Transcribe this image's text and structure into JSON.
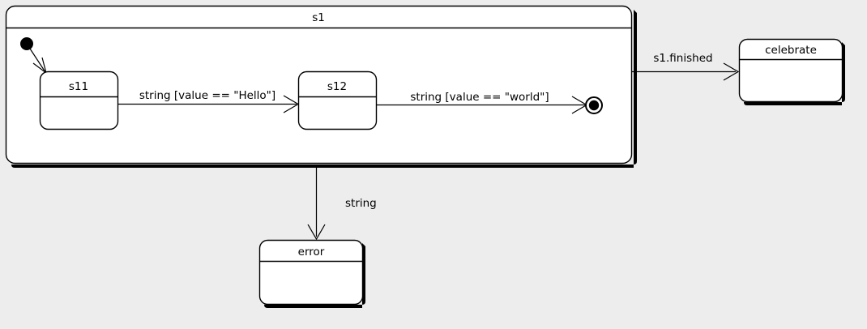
{
  "diagram": {
    "kind": "uml-state-machine-diagram",
    "background_color": "#ededed",
    "node_fill_color": "#ffffff",
    "line_color": "#000000"
  },
  "composite_state": {
    "name": "s1",
    "title_divider": true
  },
  "states": {
    "s11": {
      "name": "s11"
    },
    "s12": {
      "name": "s12"
    },
    "celebrate": {
      "name": "celebrate"
    },
    "error": {
      "name": "error"
    }
  },
  "pseudostates": {
    "initial": {
      "name": "initial-state"
    },
    "final": {
      "name": "final-state"
    }
  },
  "transitions": [
    {
      "id": "t-initial-s11",
      "label": "",
      "from": "initial",
      "to": "s11"
    },
    {
      "id": "t-s11-s12",
      "label": "string [value == \"Hello\"]",
      "from": "s11",
      "to": "s12"
    },
    {
      "id": "t-s12-final",
      "label": "string [value == \"world\"]",
      "from": "s12",
      "to": "final"
    },
    {
      "id": "t-s1-celebrate",
      "label": "s1.finished",
      "from": "s1",
      "to": "celebrate"
    },
    {
      "id": "t-s1-error",
      "label": "string",
      "from": "s1",
      "to": "error"
    }
  ]
}
